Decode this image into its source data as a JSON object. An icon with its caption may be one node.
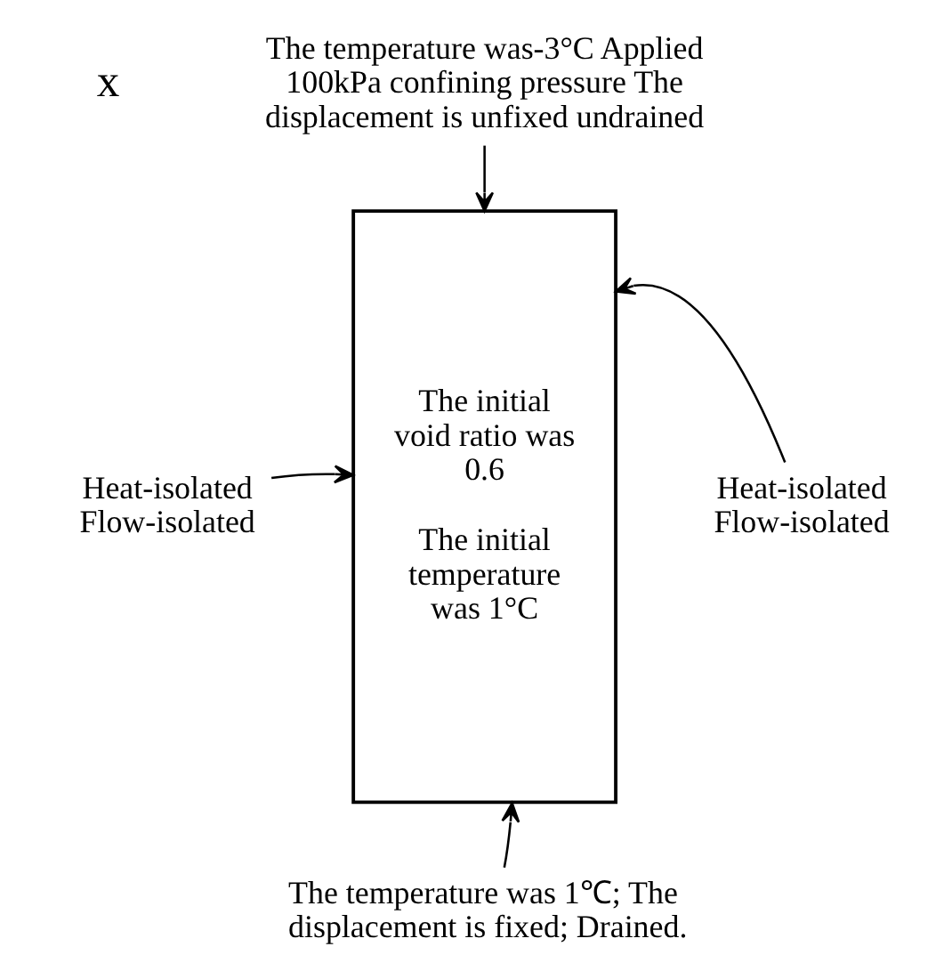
{
  "diagram": {
    "nodes": [
      {
        "text": [
          "The temperature was-3°C Applied 100kPa confining pressure The displacement is unfixed undrained"
        ]
      },
      {
        "text": [
          "Heat-isolated Flow-isolated"
        ]
      },
      {
        "text": [
          "The initial void ratio was 0.6",
          "The initial temperature was 1°C"
        ]
      },
      {
        "text": [
          "Heat-isolated Flow-isolated"
        ]
      },
      {
        "text": [
          "The temperature was 1℃; The displacement is fixed; Drained."
        ]
      }
    ],
    "edges": [
      {
        "from": 0,
        "to": 2,
        "arrow": "to"
      },
      {
        "from": 1,
        "to": 2,
        "arrow": "to"
      },
      {
        "from": 3,
        "to": 2,
        "arrow": "to"
      },
      {
        "from": 4,
        "to": 2,
        "arrow": "to"
      }
    ],
    "labels": [
      "x"
    ]
  }
}
